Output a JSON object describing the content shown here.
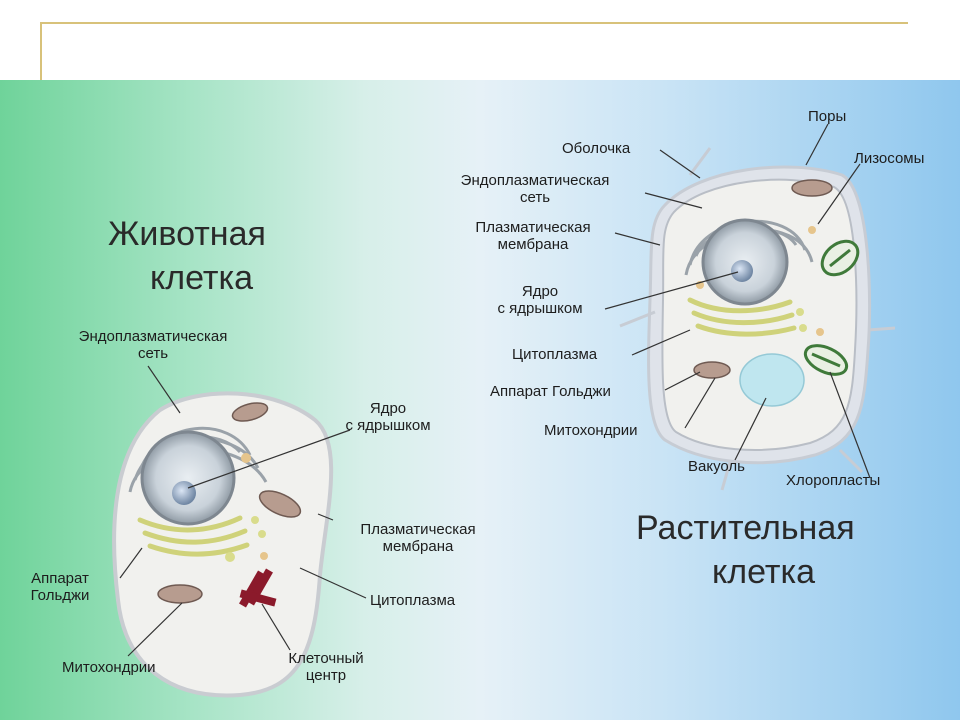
{
  "animal": {
    "title_line1": "Животная",
    "title_line2": "клетка",
    "labels": {
      "er_line1": "Эндоплазматическая",
      "er_line2": "сеть",
      "nucleus_line1": "Ядро",
      "nucleus_line2": "с ядрышком",
      "membrane_line1": "Плазматическая",
      "membrane_line2": "мембрана",
      "golgi_line1": "Аппарат",
      "golgi_line2": "Гольджи",
      "cytoplasm": "Цитоплазма",
      "mitochondria": "Митохондрии",
      "centrosome_line1": "Клеточный",
      "centrosome_line2": "центр"
    }
  },
  "plant": {
    "title_line1": "Растительная",
    "title_line2": "клетка",
    "labels": {
      "pores": "Поры",
      "wall": "Оболочка",
      "lysosomes": "Лизосомы",
      "er_line1": "Эндоплазматическая",
      "er_line2": "сеть",
      "membrane_line1": "Плазматическая",
      "membrane_line2": "мембрана",
      "nucleus_line1": "Ядро",
      "nucleus_line2": "с ядрышком",
      "cytoplasm": "Цитоплазма",
      "golgi": "Аппарат Гольджи",
      "mitochondria": "Митохондрии",
      "vacuole": "Вакуоль",
      "chloroplasts": "Хлоропласты"
    }
  },
  "colors": {
    "panel_left": "#6fd39a",
    "panel_right": "#8fc7ee",
    "cytoplasm": "#f1f1ee",
    "cell_wall": "#dfe3ea",
    "mitochondria": "#b79c8f",
    "golgi": "#d9dc8c",
    "centrosome": "#8b1a2b",
    "vacuole": "#bfe6ef",
    "chloroplast": "#3f7a3a",
    "frame_line": "#d8c27a"
  }
}
